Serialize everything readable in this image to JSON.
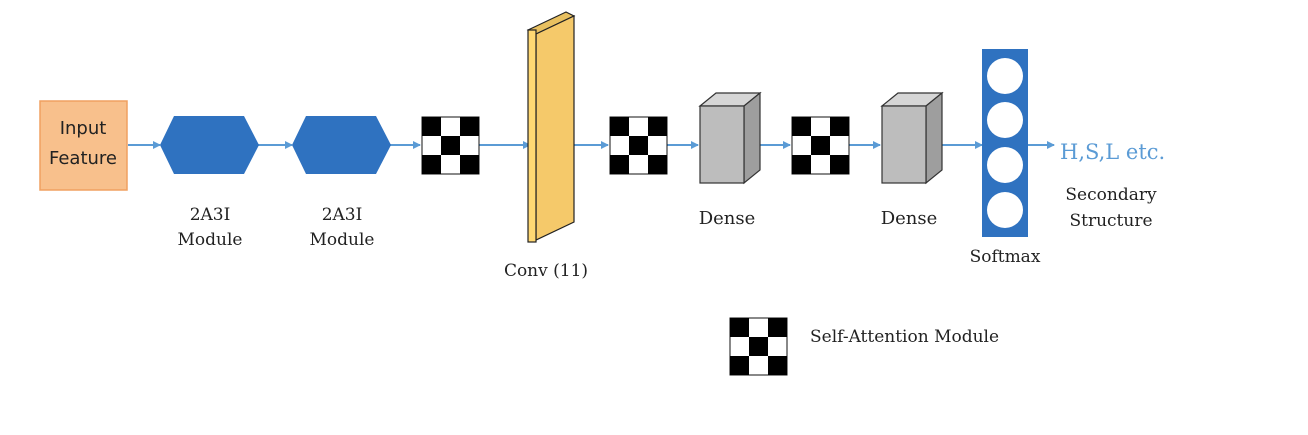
{
  "input": {
    "line1": "Input",
    "line2": "Feature"
  },
  "modules": [
    {
      "line1": "2A3I",
      "line2": "Module"
    },
    {
      "line1": "2A3I",
      "line2": "Module"
    }
  ],
  "conv": {
    "label": "Conv (11)"
  },
  "dense": [
    {
      "label": "Dense"
    },
    {
      "label": "Dense"
    }
  ],
  "softmax": {
    "label": "Softmax"
  },
  "output": {
    "label": "H,S,L etc."
  },
  "secondary": {
    "line1": "Secondary",
    "line2": "Structure"
  },
  "legend": {
    "label": "Self-Attention Module"
  },
  "colors": {
    "input_fill": "#f8c08c",
    "input_stroke": "#f0a060",
    "module_fill": "#2f72c0",
    "arrow": "#5b9bd5",
    "conv_fill": "#ffd873",
    "dense_fill": "#bdbdbd",
    "softmax_fill": "#2f72c0",
    "output_text": "#5b9bd5"
  },
  "icons": {
    "attention": "checkerboard-attention-icon",
    "arrow": "right-arrow-icon"
  }
}
